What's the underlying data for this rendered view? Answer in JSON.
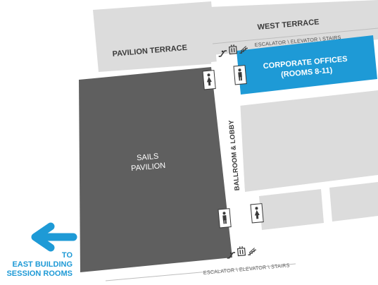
{
  "areas": {
    "pavilion_terrace": "PAVILION TERRACE",
    "west_terrace": "WEST TERRACE",
    "corporate_offices_line1": "CORPORATE OFFICES",
    "corporate_offices_line2": "(ROOMS 8-11)",
    "sails_pavilion_line1": "SAILS",
    "sails_pavilion_line2": "PAVILION",
    "ballroom_lobby": "BALLROOM & LOBBY"
  },
  "transit": {
    "top_label": "ESCALATOR \\ ELEVATOR \\ STAIRS",
    "bottom_label": "ESCALATOR \\ ELEVATOR \\ STAIRS",
    "icons": [
      "escalator-icon",
      "elevator-icon",
      "stairs-icon"
    ]
  },
  "restrooms": [
    {
      "name": "restroom-women-top",
      "type": "women"
    },
    {
      "name": "restroom-men-top",
      "type": "men"
    },
    {
      "name": "restroom-men-bottom",
      "type": "men"
    },
    {
      "name": "restroom-women-bottom",
      "type": "women"
    }
  ],
  "directions": {
    "line1": "TO",
    "line2": "EAST BUILDING",
    "line3": "SESSION ROOMS",
    "arrow_icon": "arrow-left-icon"
  },
  "colors": {
    "building_gray": "#dcdcdc",
    "sails_pavilion": "#5f5f5f",
    "corporate_blue": "#1e9ad6",
    "text_blue": "#1e9ad6",
    "label_dark": "#3a3a3a"
  }
}
